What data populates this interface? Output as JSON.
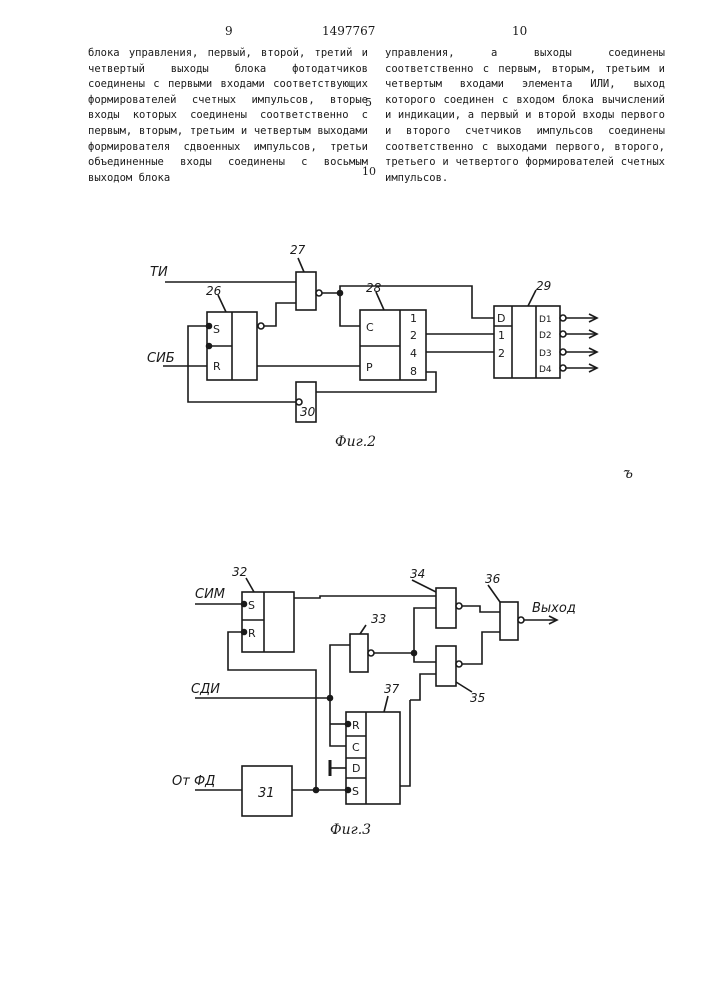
{
  "header": {
    "page_left": "9",
    "patent_number": "1497767",
    "page_right": "10"
  },
  "columns": {
    "left": "блока управления, первый, второй, третий и четвертый выходы блока фотодатчиков соединены с первыми входами соответствующих формирователей счетных импульсов, вторые входы которых соединены соответственно с первым, вторым, третьим и четвертым выходами формирователя сдвоенных импульсов, третьи объединенные входы соединены с восьмым выходом блока",
    "right": "управления, а выходы соединены соответственно с первым, вторым, третьим и четвертым входами элемента ИЛИ, выход которого соединен с входом блока вычислений и индикации, а первый и второй входы первого и второго счетчиков импульсов соединены соответственно с выходами первого, второго, третьего и четвертого формирователей счетных импульсов."
  },
  "line_numbers": {
    "five": "5",
    "ten": "10"
  },
  "fig2": {
    "caption": "Фиг.2",
    "labels": {
      "ti": "ТИ",
      "sib": "СИБ"
    },
    "numbers": {
      "n26": "26",
      "n27": "27",
      "n28": "28",
      "n29": "29",
      "n30": "30"
    },
    "block26_pins": {
      "s": "S",
      "r": "R"
    },
    "block28_pins": {
      "c": "C",
      "p": "Р",
      "o1": "1",
      "o2": "2",
      "o4": "4",
      "o8": "8"
    },
    "block29_pins": {
      "d": "D",
      "i1": "1",
      "i2": "2",
      "q1": "D1",
      "q2": "D2",
      "q3": "D3",
      "q4": "D4"
    }
  },
  "fig3": {
    "caption": "Фиг.3",
    "labels": {
      "sim": "СИМ",
      "sdi": "СДИ",
      "from_fd": "От ФД",
      "output": "Выход"
    },
    "numbers": {
      "n31": "31",
      "n32": "32",
      "n33": "33",
      "n34": "34",
      "n35": "35",
      "n36": "36",
      "n37": "37"
    },
    "block32_pins": {
      "s": "S",
      "r": "R"
    },
    "block37_pins": {
      "r": "R",
      "c": "C",
      "d": "D",
      "s": "S"
    }
  },
  "margin_mark": "ъ"
}
